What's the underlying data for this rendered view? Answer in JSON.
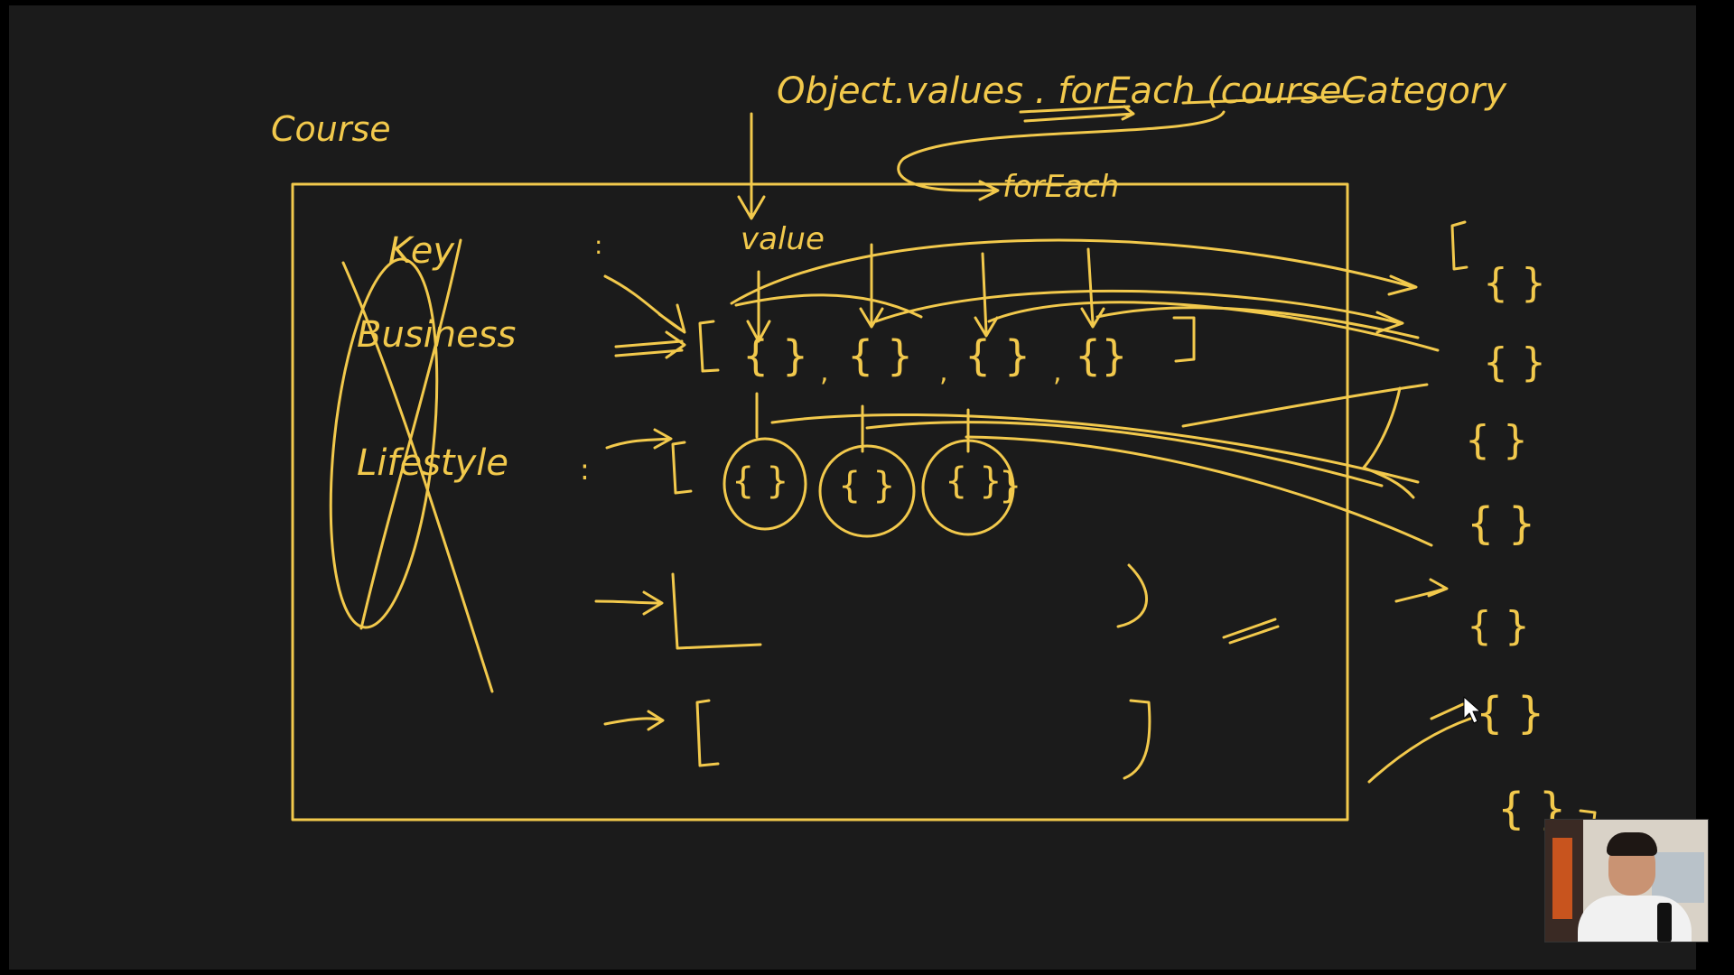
{
  "whiteboard": {
    "ink_color": "#f2c94c",
    "background_color": "#1b1b1b",
    "labels": {
      "top_expression": "Object.values . forEach (courseCategory",
      "corner_word": "Course",
      "loop_word": "forEach",
      "key_header": "Key",
      "value_header": "value",
      "key_1": "Business",
      "key_2": "Lifestyle"
    }
  },
  "webcam": {
    "description_icon": "presenter-webcam"
  }
}
